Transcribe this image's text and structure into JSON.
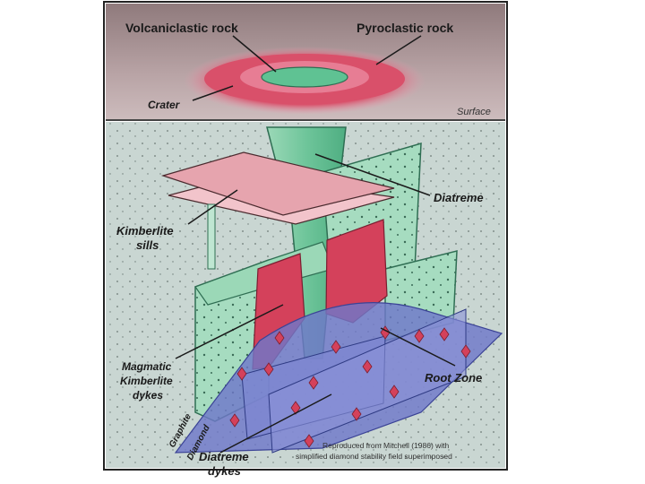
{
  "labels": {
    "volcaniclastic": "Volcaniclastic rock",
    "pyroclastic": "Pyroclastic rock",
    "crater": "Crater",
    "surface": "Surface",
    "diatreme": "Diatreme",
    "sills_line1": "Kimberlite",
    "sills_line2": "sills",
    "dykes_line1": "Magmatic",
    "dykes_line2": "Kimberlite",
    "dykes_line3": "dykes",
    "root_zone": "Root Zone",
    "graphite": "Graphite",
    "diamond": "Diamond",
    "diatreme_dykes_line1": "Diatreme",
    "diatreme_dykes_line2": "dykes"
  },
  "credit": {
    "line1": "Reproduced from Mitchell (1986) with",
    "line2": "simplified diamond stability field superimposed"
  },
  "colors": {
    "sky": "#9c8484",
    "ground": "#c9d6d2",
    "crater_red": "#d9506a",
    "crater_glow": "#e8a0b2",
    "green": "#7cc9a3",
    "green_light": "#a8ddbf",
    "dyke_red": "#d4415b",
    "sill_pink": "#e6a4ae",
    "blue_field": "#6f78c9",
    "dark": "#222222"
  }
}
